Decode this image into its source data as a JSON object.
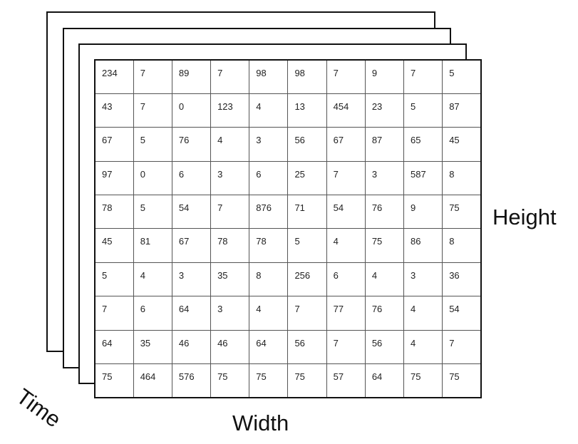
{
  "labels": {
    "height": "Height",
    "width": "Width",
    "time": "Time"
  },
  "grid": {
    "rows": [
      [
        "234",
        "7",
        "89",
        "7",
        "98",
        "98",
        "7",
        "9",
        "7",
        "5"
      ],
      [
        "43",
        "7",
        "0",
        "123",
        "4",
        "13",
        "454",
        "23",
        "5",
        "87"
      ],
      [
        "67",
        "5",
        "76",
        "4",
        "3",
        "56",
        "67",
        "87",
        "65",
        "45"
      ],
      [
        "97",
        "0",
        "6",
        "3",
        "6",
        "25",
        "7",
        "3",
        "587",
        "8"
      ],
      [
        "78",
        "5",
        "54",
        "7",
        "876",
        "71",
        "54",
        "76",
        "9",
        "75"
      ],
      [
        "45",
        "81",
        "67",
        "78",
        "78",
        "5",
        "4",
        "75",
        "86",
        "8"
      ],
      [
        "5",
        "4",
        "3",
        "35",
        "8",
        "256",
        "6",
        "4",
        "3",
        "36"
      ],
      [
        "7",
        "6",
        "64",
        "3",
        "4",
        "7",
        "77",
        "76",
        "4",
        "54"
      ],
      [
        "64",
        "35",
        "46",
        "46",
        "64",
        "56",
        "7",
        "56",
        "4",
        "7"
      ],
      [
        "75",
        "464",
        "576",
        "75",
        "75",
        "75",
        "57",
        "64",
        "75",
        "75"
      ]
    ]
  },
  "colors": {
    "frame_border": "#111111",
    "cell_border": "#555555",
    "background": "#ffffff"
  }
}
